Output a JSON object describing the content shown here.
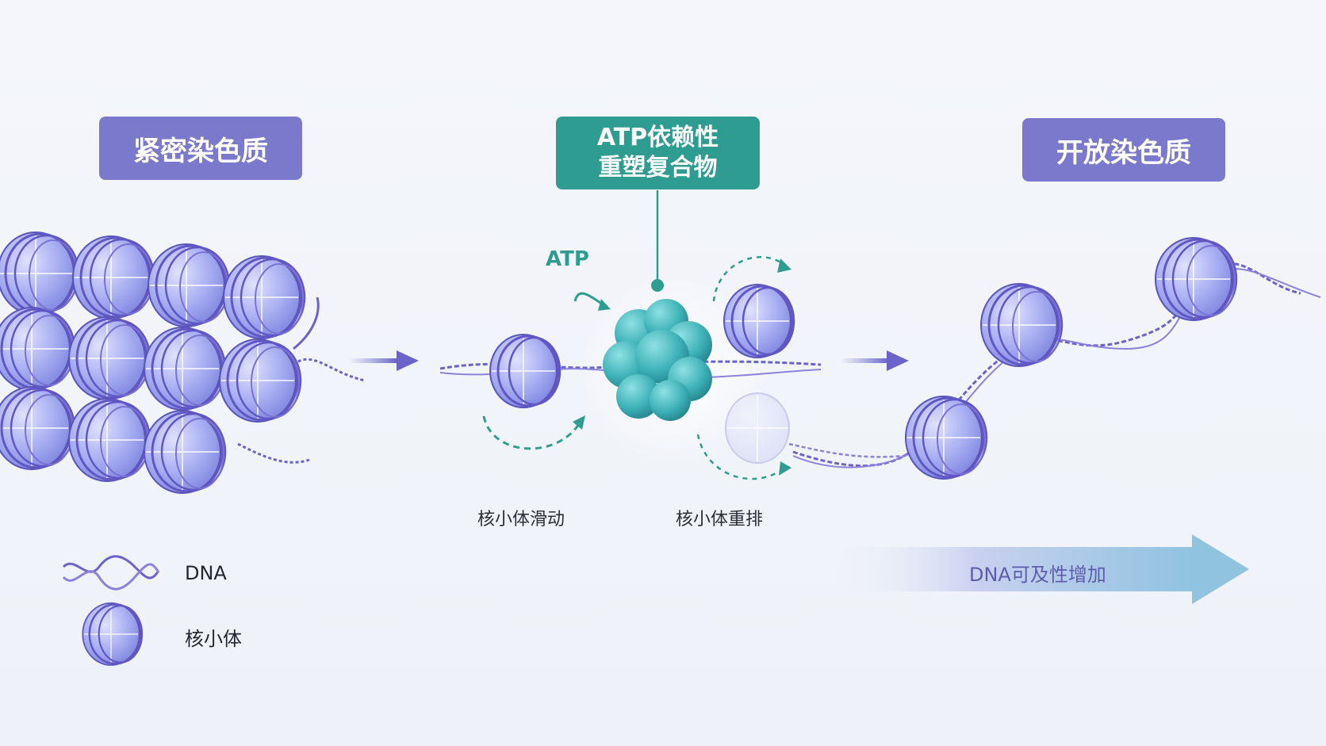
{
  "stages": {
    "left_title": "紧密染色质",
    "middle_title_line1": "ATP依赖性",
    "middle_title_line2": "重塑复合物",
    "right_title": "开放染色质"
  },
  "annotations": {
    "atp": "ATP",
    "sliding": "核小体滑动",
    "rearrange": "核小体重排",
    "accessibility": "DNA可及性增加"
  },
  "legend": {
    "dna": "DNA",
    "nucleosome": "核小体"
  },
  "colors": {
    "purple": "#7b79cc",
    "teal": "#2f9c92",
    "nucleosome_fill": "#a9aef0",
    "dna": "#6b63c9",
    "complex": "#3fb3b8"
  }
}
